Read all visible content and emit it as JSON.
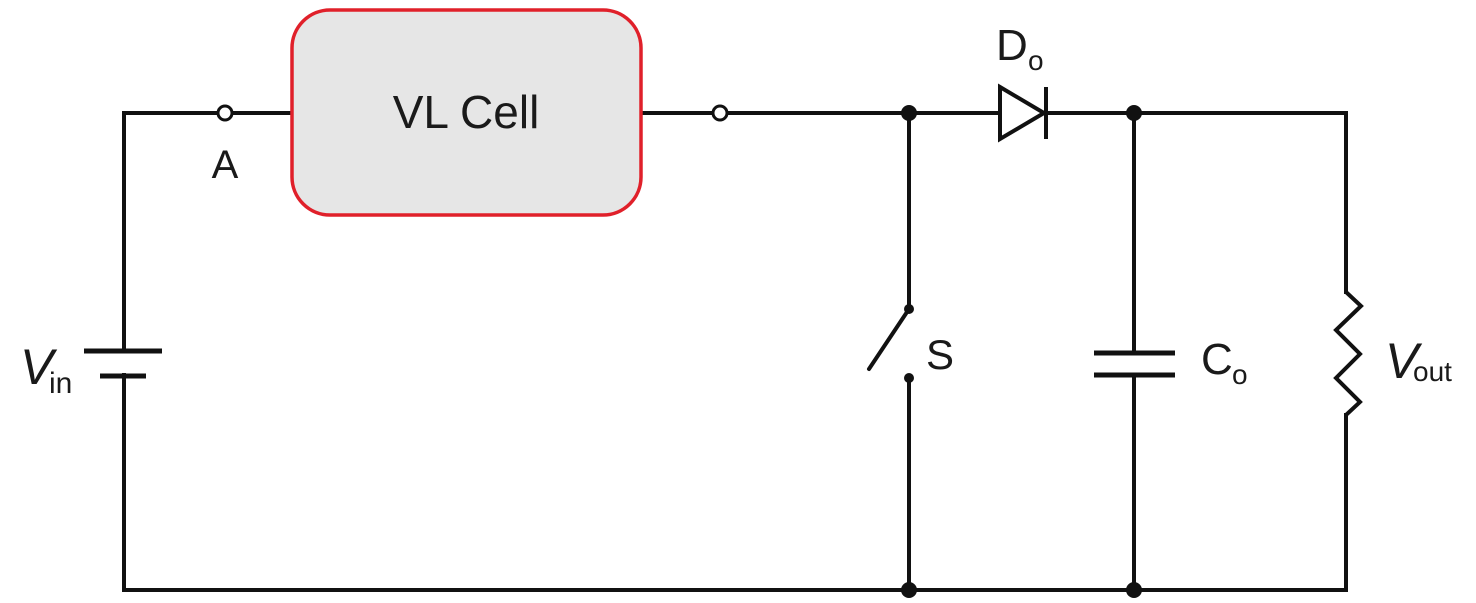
{
  "diagram": {
    "type": "circuit-schematic",
    "colors": {
      "wire": "#111111",
      "cell_border": "#e0202a",
      "cell_fill": "#e6e6e6",
      "background": "#ffffff"
    },
    "block": {
      "label": "VL Cell"
    },
    "labels": {
      "node_a": "A",
      "vin_main": "V",
      "vin_sub": "in",
      "diode_main": "D",
      "diode_sub": "o",
      "switch": "S",
      "cap_main": "C",
      "cap_sub": "o",
      "vout_main": "V",
      "vout_sub": "out"
    },
    "components": [
      {
        "id": "Vin",
        "kind": "dc-source",
        "label": "Vin"
      },
      {
        "id": "A",
        "kind": "terminal",
        "label": "A"
      },
      {
        "id": "VL",
        "kind": "block",
        "label": "VL Cell"
      },
      {
        "id": "T2",
        "kind": "terminal",
        "label": ""
      },
      {
        "id": "S",
        "kind": "switch",
        "label": "S",
        "state": "open"
      },
      {
        "id": "Do",
        "kind": "diode",
        "label": "Do"
      },
      {
        "id": "Co",
        "kind": "capacitor",
        "label": "Co"
      },
      {
        "id": "R",
        "kind": "resistor-load",
        "label": "Vout"
      }
    ]
  }
}
